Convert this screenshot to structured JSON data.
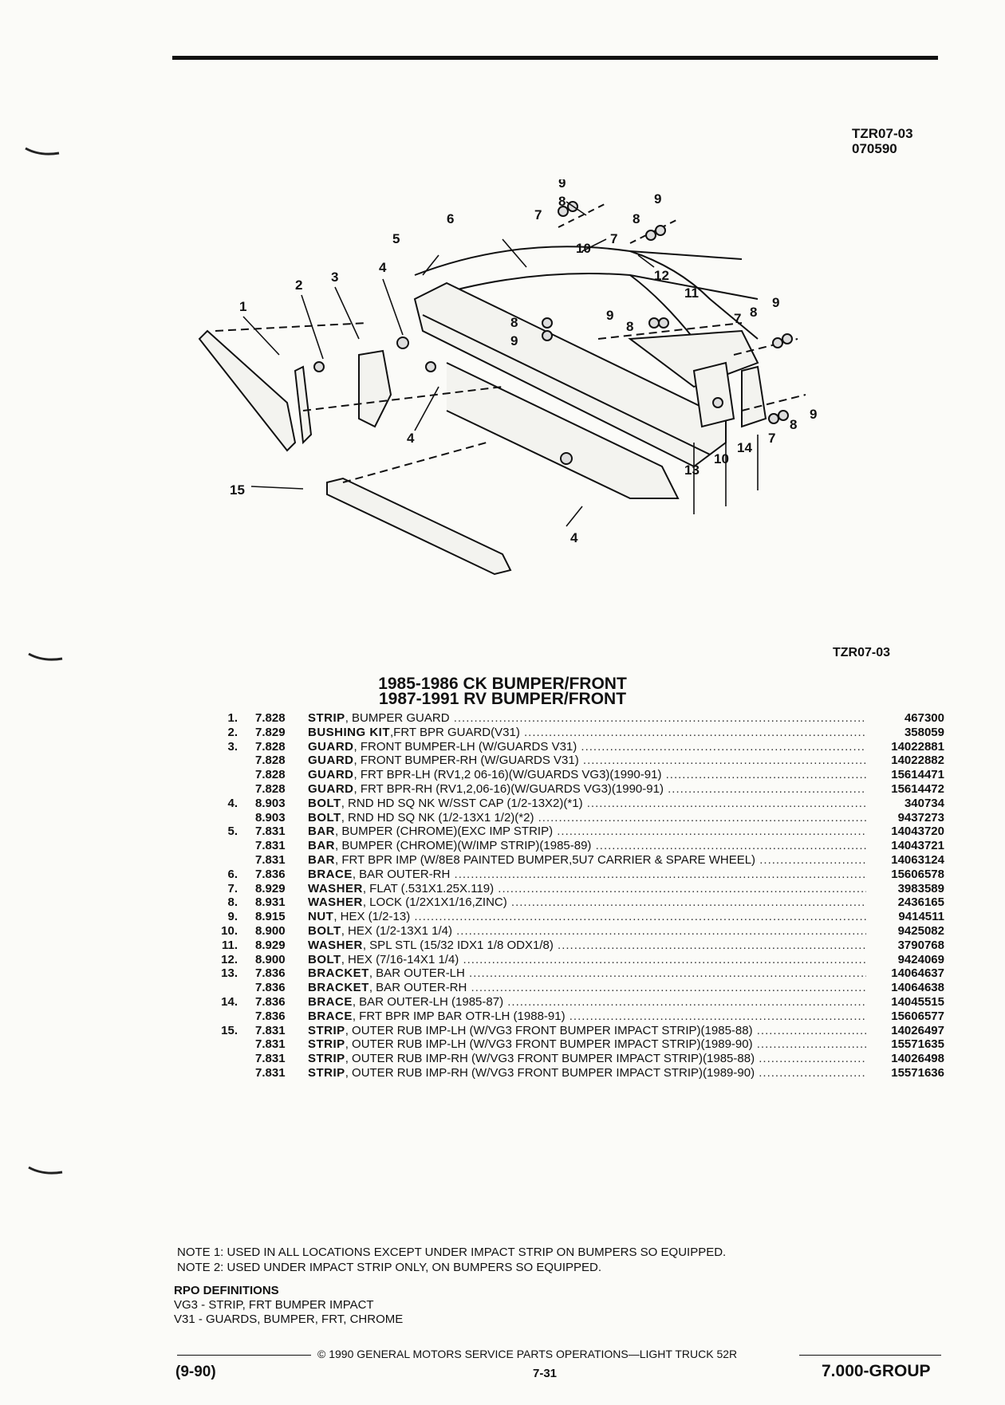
{
  "header": {
    "doc_code": "TZR07-03",
    "doc_date": "070590"
  },
  "diagram": {
    "code": "TZR07-03",
    "callouts": [
      "1",
      "2",
      "3",
      "4",
      "4",
      "4",
      "5",
      "6",
      "7",
      "7",
      "7",
      "7",
      "8",
      "8",
      "8",
      "8",
      "8",
      "8",
      "9",
      "9",
      "9",
      "9",
      "9",
      "9",
      "10",
      "10",
      "11",
      "12",
      "13",
      "14",
      "15"
    ]
  },
  "titles": {
    "line1": "1985-1986 CK BUMPER/FRONT",
    "line2": "1987-1991 RV BUMPER/FRONT"
  },
  "parts": [
    {
      "item": "1.",
      "group": "7.828",
      "name": "STRIP",
      "desc": ", BUMPER GUARD",
      "part": "467300"
    },
    {
      "item": "2.",
      "group": "7.829",
      "name": "BUSHING KIT",
      "desc": ",FRT BPR GUARD(V31)",
      "part": "358059"
    },
    {
      "item": "3.",
      "group": "7.828",
      "name": "GUARD",
      "desc": ", FRONT BUMPER-LH (W/GUARDS V31)",
      "part": "14022881"
    },
    {
      "item": "",
      "group": "7.828",
      "name": "GUARD",
      "desc": ", FRONT BUMPER-RH (W/GUARDS V31)",
      "part": "14022882"
    },
    {
      "item": "",
      "group": "7.828",
      "name": "GUARD",
      "desc": ", FRT BPR-LH (RV1,2 06-16)(W/GUARDS VG3)(1990-91)",
      "part": "15614471"
    },
    {
      "item": "",
      "group": "7.828",
      "name": "GUARD",
      "desc": ", FRT BPR-RH (RV1,2,06-16)(W/GUARDS VG3)(1990-91)",
      "part": "15614472"
    },
    {
      "item": "4.",
      "group": "8.903",
      "name": "BOLT",
      "desc": ", RND HD SQ NK W/SST CAP (1/2-13X2)(*1)",
      "part": "340734"
    },
    {
      "item": "",
      "group": "8.903",
      "name": "BOLT",
      "desc": ", RND HD SQ NK (1/2-13X1 1/2)(*2)",
      "part": "9437273"
    },
    {
      "item": "5.",
      "group": "7.831",
      "name": "BAR",
      "desc": ", BUMPER (CHROME)(EXC IMP STRIP)",
      "part": "14043720"
    },
    {
      "item": "",
      "group": "7.831",
      "name": "BAR",
      "desc": ", BUMPER (CHROME)(W/IMP STRIP)(1985-89)",
      "part": "14043721"
    },
    {
      "item": "",
      "group": "7.831",
      "name": "BAR",
      "desc": ", FRT BPR IMP (W/8E8 PAINTED BUMPER,5U7 CARRIER & SPARE WHEEL)",
      "part": "14063124"
    },
    {
      "item": "6.",
      "group": "7.836",
      "name": "BRACE",
      "desc": ", BAR OUTER-RH",
      "part": "15606578"
    },
    {
      "item": "7.",
      "group": "8.929",
      "name": "WASHER",
      "desc": ", FLAT (.531X1.25X.119)",
      "part": "3983589"
    },
    {
      "item": "8.",
      "group": "8.931",
      "name": "WASHER",
      "desc": ", LOCK (1/2X1X1/16,ZINC)",
      "part": "2436165"
    },
    {
      "item": "9.",
      "group": "8.915",
      "name": "NUT",
      "desc": ", HEX (1/2-13)",
      "part": "9414511"
    },
    {
      "item": "10.",
      "group": "8.900",
      "name": "BOLT",
      "desc": ", HEX (1/2-13X1 1/4)",
      "part": "9425082"
    },
    {
      "item": "11.",
      "group": "8.929",
      "name": "WASHER",
      "desc": ", SPL STL (15/32 IDX1 1/8 ODX1/8)",
      "part": "3790768"
    },
    {
      "item": "12.",
      "group": "8.900",
      "name": "BOLT",
      "desc": ", HEX (7/16-14X1 1/4)",
      "part": "9424069"
    },
    {
      "item": "13.",
      "group": "7.836",
      "name": "BRACKET",
      "desc": ", BAR OUTER-LH",
      "part": "14064637"
    },
    {
      "item": "",
      "group": "7.836",
      "name": "BRACKET",
      "desc": ", BAR OUTER-RH",
      "part": "14064638"
    },
    {
      "item": "14.",
      "group": "7.836",
      "name": "BRACE",
      "desc": ", BAR OUTER-LH (1985-87)",
      "part": "14045515"
    },
    {
      "item": "",
      "group": "7.836",
      "name": "BRACE",
      "desc": ", FRT BPR IMP BAR OTR-LH (1988-91)",
      "part": "15606577"
    },
    {
      "item": "15.",
      "group": "7.831",
      "name": "STRIP",
      "desc": ", OUTER RUB IMP-LH (W/VG3 FRONT BUMPER IMPACT STRIP)(1985-88)",
      "part": "14026497"
    },
    {
      "item": "",
      "group": "7.831",
      "name": "STRIP",
      "desc": ", OUTER RUB IMP-LH (W/VG3 FRONT BUMPER IMPACT STRIP)(1989-90)",
      "part": "15571635"
    },
    {
      "item": "",
      "group": "7.831",
      "name": "STRIP",
      "desc": ", OUTER RUB IMP-RH (W/VG3 FRONT BUMPER IMPACT STRIP)(1985-88)",
      "part": "14026498"
    },
    {
      "item": "",
      "group": "7.831",
      "name": "STRIP",
      "desc": ", OUTER RUB IMP-RH (W/VG3 FRONT BUMPER IMPACT STRIP)(1989-90)",
      "part": "15571636"
    }
  ],
  "notes": [
    "NOTE  1:  USED IN ALL LOCATIONS EXCEPT UNDER IMPACT STRIP ON BUMPERS SO EQUIPPED.",
    "NOTE  2:  USED UNDER IMPACT STRIP ONLY, ON BUMPERS SO EQUIPPED."
  ],
  "rpo": {
    "title": "RPO DEFINITIONS",
    "items": [
      "VG3 - STRIP, FRT BUMPER IMPACT",
      "V31 - GUARDS, BUMPER, FRT, CHROME"
    ]
  },
  "footer": {
    "copyright": "©  1990  GENERAL MOTORS SERVICE PARTS OPERATIONS—LIGHT TRUCK 52R",
    "revision": "(9-90)",
    "page": "7-31",
    "group": "7.000-GROUP"
  }
}
